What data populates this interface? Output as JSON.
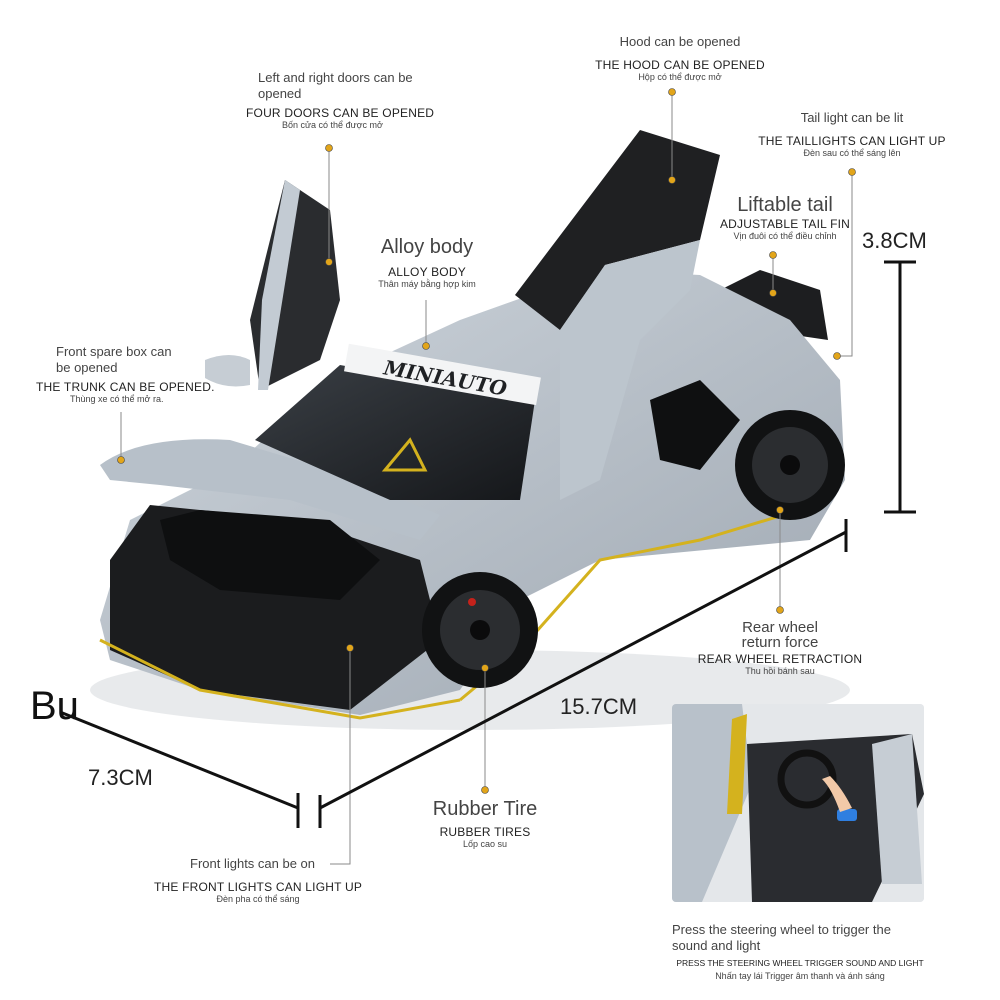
{
  "labels": {
    "hood": {
      "en": "Hood can be opened",
      "caps": "THE HOOD CAN BE OPENED",
      "vi": "Hộp có thể được mở"
    },
    "doors": {
      "en": "Left and right doors can be opened",
      "caps": "FOUR DOORS CAN BE OPENED",
      "vi": "Bốn cửa có thể được mở"
    },
    "taillight": {
      "en": "Tail light can be lit",
      "caps": "THE TAILLIGHTS CAN LIGHT UP",
      "vi": "Đèn sau có thể sáng lên"
    },
    "tailfin": {
      "en": "Liftable tail",
      "caps": "ADJUSTABLE TAIL FIN",
      "vi": "Vịn đuôi có thể điều chỉnh"
    },
    "body": {
      "en": "Alloy body",
      "caps": "ALLOY BODY",
      "vi": "Thân máy bằng hợp kim"
    },
    "trunk": {
      "en": "Front spare box can be opened",
      "caps": "THE TRUNK CAN BE OPENED.",
      "vi": "Thùng xe có thể mở ra."
    },
    "rearwheel": {
      "en": "Rear wheel return force",
      "caps": "REAR WHEEL RETRACTION",
      "vi": "Thu hồi bánh sau"
    },
    "tire": {
      "en": "Rubber Tire",
      "caps": "RUBBER TIRES",
      "vi": "Lốp cao su"
    },
    "frontlights": {
      "en": "Front lights can be on",
      "caps": "THE FRONT LIGHTS CAN LIGHT UP",
      "vi": "Đèn pha có thể sáng"
    },
    "steering": {
      "en": "Press the steering wheel to trigger the sound and light",
      "caps": "PRESS THE STEERING WHEEL TRIGGER SOUND AND LIGHT",
      "vi": "Nhấn tay lái Trigger âm thanh và ánh sáng"
    }
  },
  "dimensions": {
    "height": "3.8CM",
    "length": "15.7CM",
    "width": "7.3CM",
    "stray": "Bu"
  },
  "brand_text": "MINIAUTO",
  "colors": {
    "body": "#b9c2cb",
    "accent": "#d4b21e",
    "dot": "#e2a51a",
    "carbon": "#1c1d1f"
  }
}
